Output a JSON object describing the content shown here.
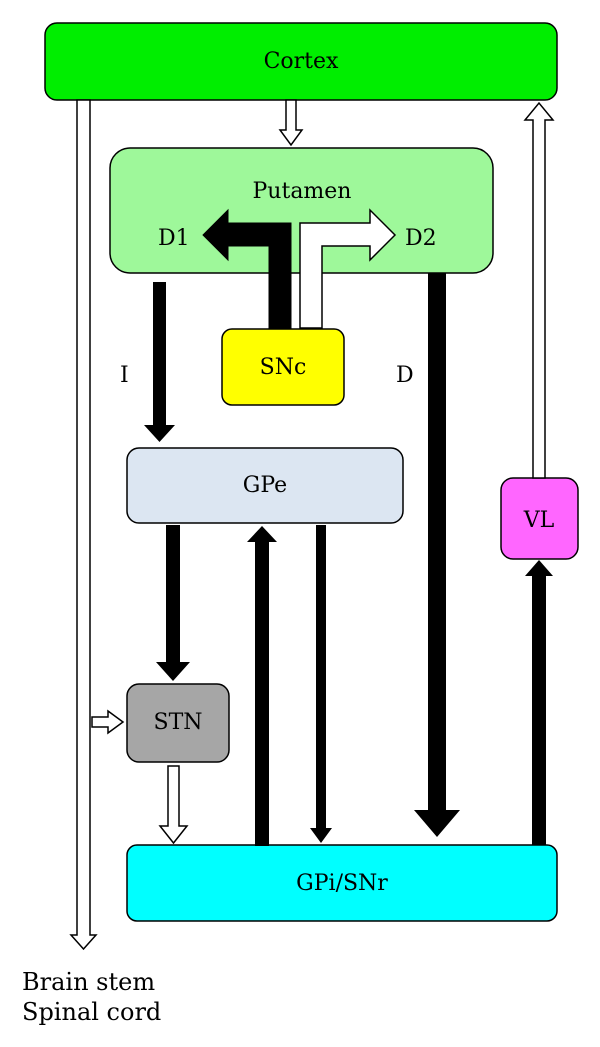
{
  "nodes": {
    "cortex": {
      "label": "Cortex",
      "color": "#00ee00"
    },
    "putamen": {
      "label": "Putamen",
      "color": "#9ef89a"
    },
    "snc": {
      "label": "SNc",
      "color": "#ffff00"
    },
    "gpe": {
      "label": "GPe",
      "color": "#dce6f2"
    },
    "stn": {
      "label": "STN",
      "color": "#a6a6a6"
    },
    "gpi": {
      "label": "GPi/SNr",
      "color": "#00ffff"
    },
    "vl": {
      "label": "VL",
      "color": "#ff66ff"
    }
  },
  "labels": {
    "d1": "D1",
    "d2": "D2",
    "indirect": "I",
    "direct": "D",
    "output_line1": "Brain stem",
    "output_line2": "Spinal cord"
  },
  "edges": [
    {
      "from": "cortex",
      "to": "putamen",
      "style": "hollow"
    },
    {
      "from": "snc",
      "to": "d1",
      "style": "filled"
    },
    {
      "from": "snc",
      "to": "d2",
      "style": "hollow"
    },
    {
      "from": "putamen",
      "to": "gpe",
      "style": "filled",
      "label": "I"
    },
    {
      "from": "putamen",
      "to": "gpi",
      "style": "filled",
      "label": "D"
    },
    {
      "from": "gpe",
      "to": "stn",
      "style": "filled"
    },
    {
      "from": "gpe",
      "to": "gpi",
      "style": "filled"
    },
    {
      "from": "gpi",
      "to": "gpe",
      "style": "filled"
    },
    {
      "from": "stn",
      "to": "gpi",
      "style": "hollow"
    },
    {
      "from": "gpi",
      "to": "vl",
      "style": "filled"
    },
    {
      "from": "vl",
      "to": "cortex",
      "style": "hollow"
    },
    {
      "from": "cortex",
      "to": "stn",
      "style": "hollow"
    },
    {
      "from": "cortex",
      "to": "output",
      "style": "hollow"
    }
  ]
}
